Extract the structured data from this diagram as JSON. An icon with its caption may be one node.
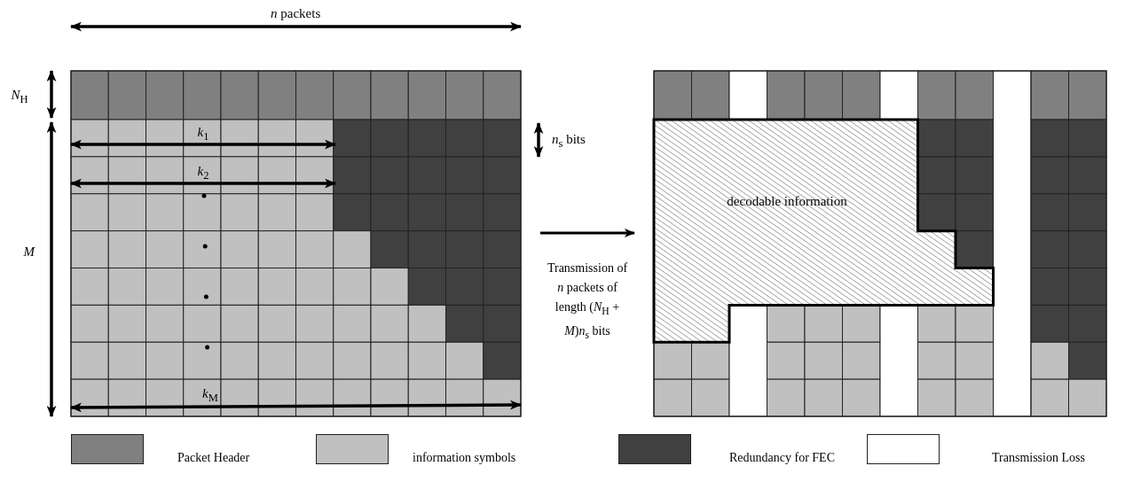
{
  "diagram": {
    "nodes": [
      {
        "text": [],
        "shape": "box"
      },
      {
        "text": [],
        "shape": "box"
      },
      {
        "text": [
          "decodable information"
        ],
        "in": 1
      }
    ],
    "edges": [
      {
        "from": 0,
        "to": 1,
        "arrow": "to",
        "label": "Transmission of *n* packets of length (*N*$_{H}$ + *M*)*n*$_{s}$ bits"
      }
    ],
    "labels": [
      "*n* packets",
      "*N*$_{H}$",
      "*k*$_{1}$",
      "*n*$_{s}$ bits",
      "*k*$_{2}$",
      "*M*",
      "*k*$_{M}$"
    ],
    "legend": [
      {
        "text": "Packet Header",
        "color": "#808080"
      },
      {
        "text": "information symbols",
        "color": "#c0c0c0"
      },
      {
        "text": "Redundancy for FEC",
        "color": "#404040"
      },
      {
        "text": "Transmission Loss",
        "color": "#ffffff"
      }
    ]
  }
}
